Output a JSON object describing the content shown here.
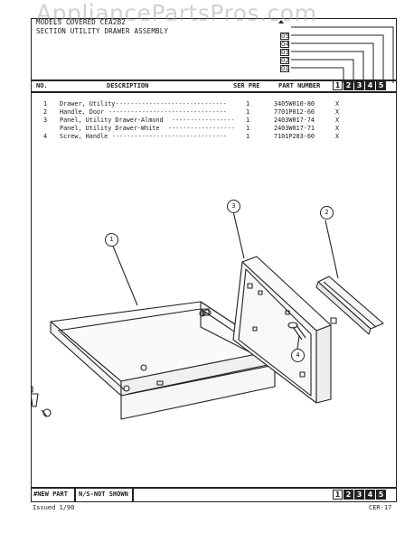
{
  "header": {
    "line1": "MODELS COVERED CEA2B2",
    "line2": "SECTION UTILITY DRAWER ASSEMBLY",
    "watermark": "AppliancePartsPros.com"
  },
  "columns": {
    "no": "NO.",
    "description": "DESCRIPTION",
    "ser_pre": "SER PRE",
    "part_number": "PART NUMBER"
  },
  "column_boxes": [
    "1",
    "2",
    "3",
    "4",
    "5"
  ],
  "stacked_boxes": [
    "05",
    "04",
    "03",
    "02",
    "01"
  ],
  "parts": [
    {
      "no": "1",
      "description": "Drawer, Utility",
      "qty": "1",
      "part_number": "3405W010-80",
      "mark": "X"
    },
    {
      "no": "2",
      "description": "Handle, Door",
      "qty": "1",
      "part_number": "7701P012-60",
      "mark": "X"
    },
    {
      "no": "3",
      "description": "Panel, Utility Drawer-Almond",
      "qty": "1",
      "part_number": "2403W017-74",
      "mark": "X"
    },
    {
      "no": "",
      "description": "Panel, Utility Drawer-White",
      "qty": "1",
      "part_number": "2403W017-71",
      "mark": "X"
    },
    {
      "no": "4",
      "description": "Screw, Handle",
      "qty": "1",
      "part_number": "7101P283-60",
      "mark": "X"
    }
  ],
  "callouts": [
    "1",
    "2",
    "3",
    "4"
  ],
  "footer": {
    "new_part": "#NEW PART",
    "not_shown": "N/S-NOT SHOWN",
    "issued": "Issued 1/90",
    "page_code": "CER-17"
  }
}
